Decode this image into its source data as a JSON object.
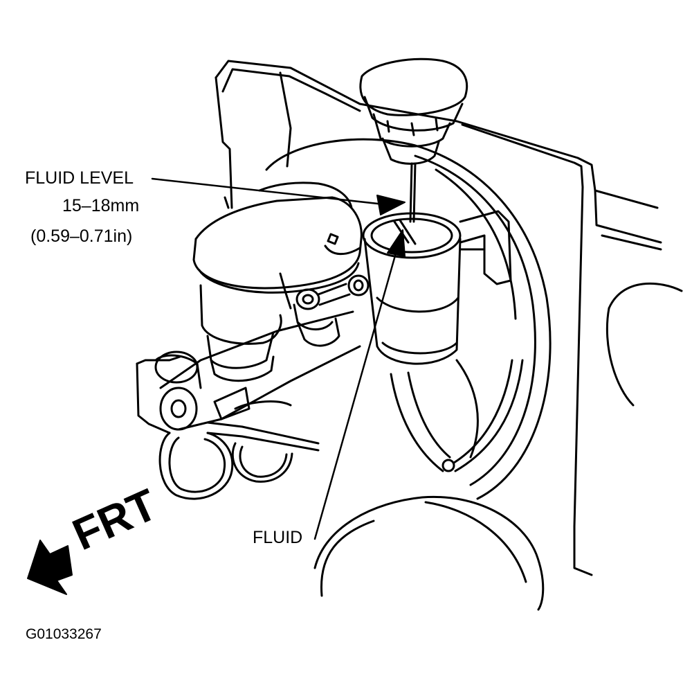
{
  "diagram": {
    "callouts": {
      "fluid_level": "FLUID LEVEL",
      "range_mm": "15–18mm",
      "range_in": "(0.59–0.71in)",
      "fluid": "FLUID"
    },
    "direction_label": "FRT",
    "figure_id": "G01033267",
    "line_color": "#000000",
    "background_color": "#ffffff"
  }
}
